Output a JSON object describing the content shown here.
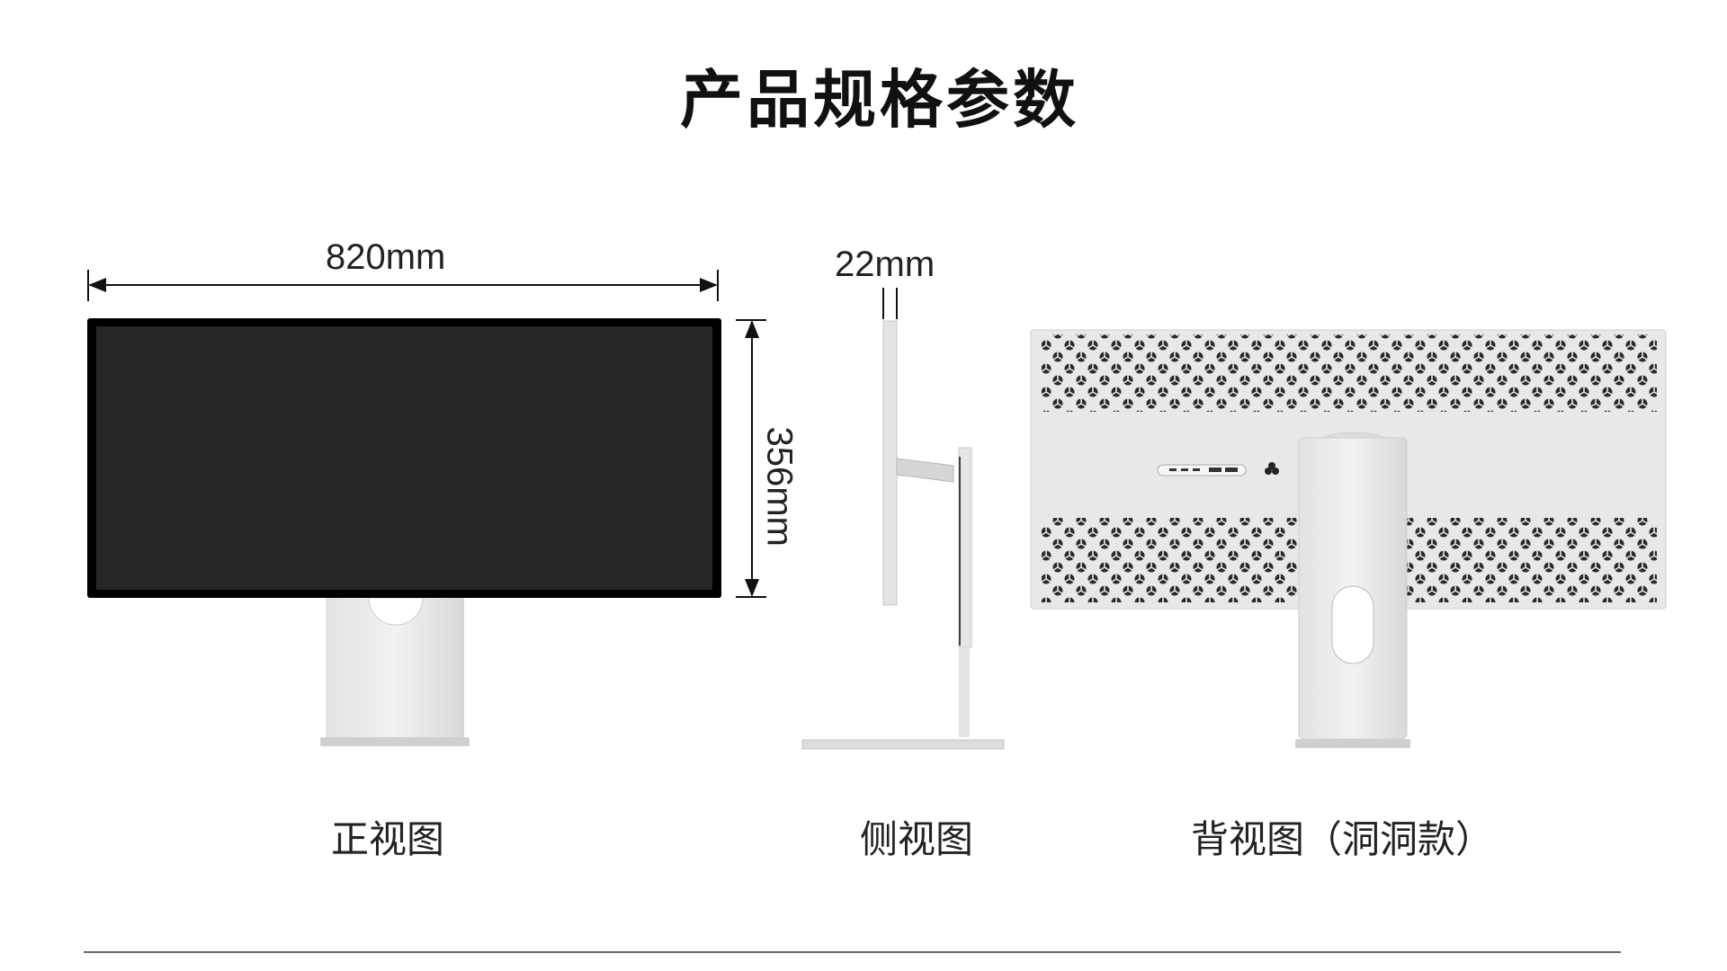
{
  "title": "产品规格参数",
  "dimensions": {
    "width": "820mm",
    "height": "356mm",
    "depth": "22mm"
  },
  "captions": {
    "front": "正视图",
    "side": "侧视图",
    "back": "背视图（洞洞款）"
  },
  "colors": {
    "screen": "#262626",
    "bezel": "#000000",
    "aluminum": "#e6e6e8",
    "divider": "#333333"
  }
}
